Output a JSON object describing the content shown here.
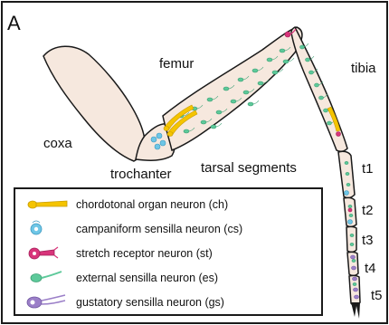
{
  "panel_label": "A",
  "segment_labels": {
    "coxa": "coxa",
    "trochanter": "trochanter",
    "femur": "femur",
    "tibia": "tibia",
    "tarsal_segments": "tarsal segments",
    "t1": "t1",
    "t2": "t2",
    "t3": "t3",
    "t4": "t4",
    "t5": "t5"
  },
  "legend": [
    {
      "label": "chordotonal organ neuron (ch)",
      "color": "#F5C400",
      "icon": "chordotonal-neuron-icon"
    },
    {
      "label": "campaniform sensilla neuron (cs)",
      "color": "#6EC6E6",
      "icon": "campaniform-neuron-icon"
    },
    {
      "label": "stretch receptor neuron (st)",
      "color": "#D8347A",
      "icon": "stretch-receptor-neuron-icon"
    },
    {
      "label": "external sensilla neuron (es)",
      "color": "#5DC99A",
      "icon": "external-sensilla-neuron-icon"
    },
    {
      "label": "gustatory sensilla neuron (gs)",
      "color": "#9B7FC8",
      "icon": "gustatory-neuron-icon"
    }
  ],
  "colors": {
    "leg_fill": "#F6E8DE",
    "outline": "#1a1a1a",
    "frame": "#1a1a1a"
  }
}
